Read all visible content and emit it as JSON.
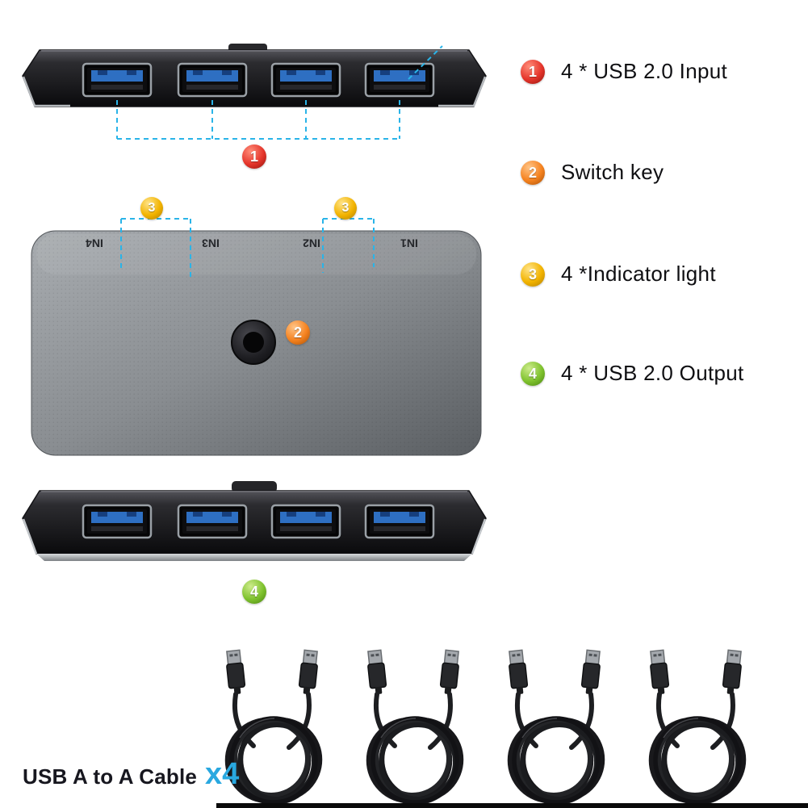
{
  "legend": {
    "items": [
      {
        "num": "1",
        "label": "4 * USB 2.0 Input"
      },
      {
        "num": "2",
        "label": "Switch key"
      },
      {
        "num": "3",
        "label": "4 *Indicator light"
      },
      {
        "num": "4",
        "label": "4 * USB 2.0 Output"
      }
    ]
  },
  "callouts": {
    "input_num": "1",
    "switch_num": "2",
    "indicator_left_num": "3",
    "indicator_right_num": "3",
    "output_num": "4"
  },
  "device": {
    "port_labels": [
      "IN4",
      "IN3",
      "IN2",
      "IN1"
    ]
  },
  "cables": {
    "caption": "USB A to A Cable",
    "count_label": "x4"
  },
  "colors": {
    "badge_red": "#e5352b",
    "badge_orange": "#f5821f",
    "badge_yellow": "#f2b300",
    "badge_green": "#7fc22e",
    "callout_line": "#2ab4e8",
    "count_accent": "#29a8e0",
    "usb_port_blue": "#2e6fc2"
  }
}
